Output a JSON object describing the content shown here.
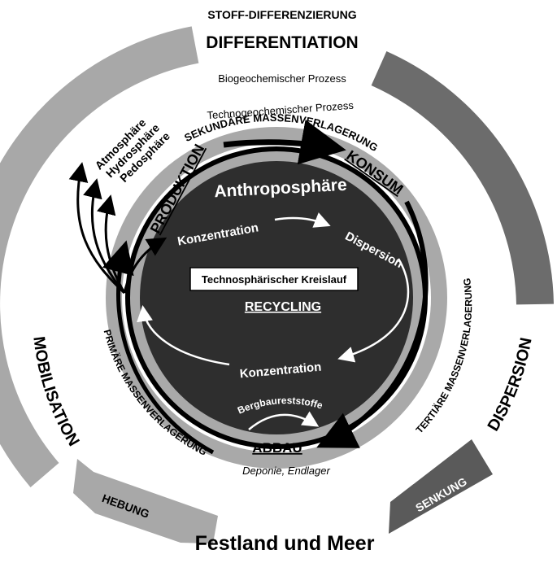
{
  "outer": {
    "stoff_differenzierung": "STOFF-DIFFERENZIERUNG",
    "differentiation": "DIFFERENTIATION",
    "biogeochemischer": "Biogeochemischer Prozess",
    "technogeochemischer": "Technogeochemischer Prozess",
    "mobilisation": "MOBILISATION",
    "dispersion": "DISPERSION",
    "hebung": "HEBUNG",
    "senkung": "SENKUNG",
    "festland": "Festland und Meer"
  },
  "cycle": {
    "sekundaere": "SEKUNDÄRE MASSENVERLAGERUNG",
    "primaere": "PRIMÄRE MASSENVERLAGERUNG",
    "tertiaere": "TERTIÄRE MASSENVERLAGERUNG",
    "produktion": "PRODUKTION",
    "konsum": "KONSUM",
    "abbau": "ABBAU",
    "deponie": "Deponie, Endlager"
  },
  "spheres": {
    "atmosphaere": "Atmosphäre",
    "hydrosphaere": "Hydrosphäre",
    "pedosphaere": "Pedosphäre"
  },
  "inner": {
    "anthroposphaere": "Anthroposphäre",
    "konzentration_top": "Konzentration",
    "dispersion": "Dispersion",
    "technosphaerischer": "Technosphärischer Kreislauf",
    "recycling": "RECYCLING",
    "konzentration_bottom": "Konzentration",
    "bergbau": "Bergbaureststoffe"
  },
  "colors": {
    "inner_disc": "#2e2e2e",
    "ring_light": "#a9a9a9",
    "arc_left": "#a8a8a8",
    "arc_right": "#6c6c6c",
    "arc_senkung": "#5a5a5a",
    "ink": "#000000"
  }
}
